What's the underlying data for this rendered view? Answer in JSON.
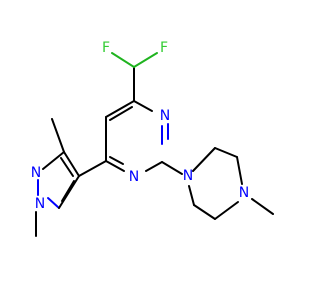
{
  "atoms": {
    "f_left": {
      "symbol": "F",
      "color": "#33cc33"
    },
    "f_right": {
      "symbol": "F",
      "color": "#33cc33"
    },
    "n_pyrimidine_top": {
      "symbol": "N",
      "color": "#0000ff"
    },
    "n_pyrimidine_bottom": {
      "symbol": "N",
      "color": "#0000ff"
    },
    "n_pyrazole_2": {
      "symbol": "N",
      "color": "#0000ff"
    },
    "n_pyrazole_1": {
      "symbol": "N",
      "color": "#0000ff"
    },
    "n_piperazine_1": {
      "symbol": "N",
      "color": "#0000ff"
    },
    "n_piperazine_4": {
      "symbol": "N",
      "color": "#0000ff"
    }
  }
}
